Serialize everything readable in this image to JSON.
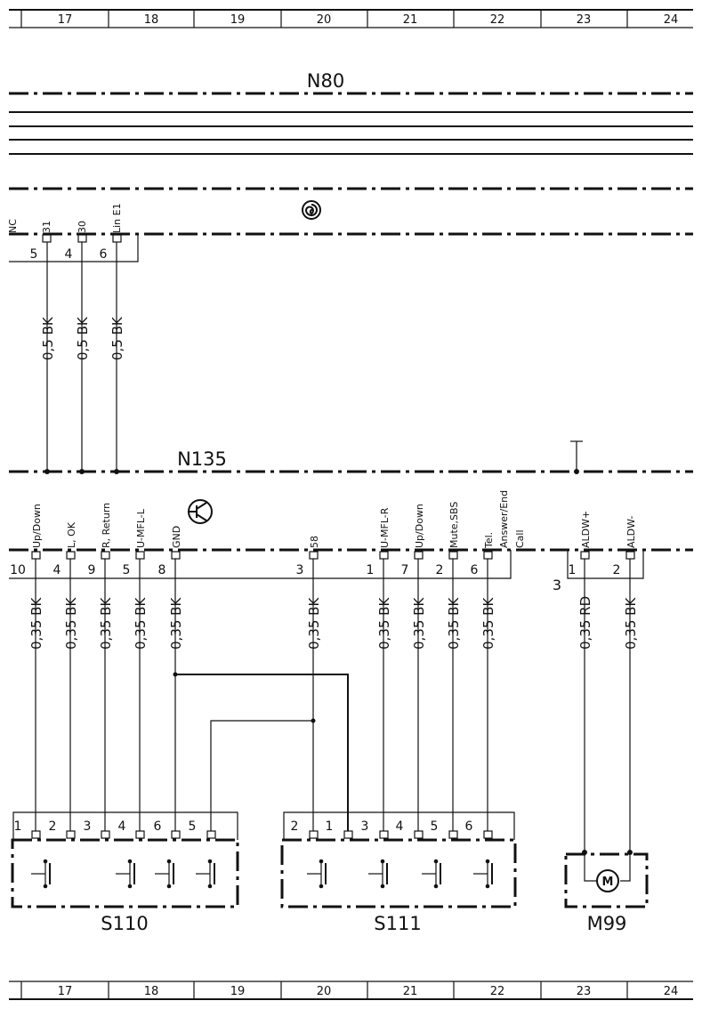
{
  "ruler": {
    "columns": [
      "17",
      "18",
      "19",
      "20",
      "21",
      "22",
      "23",
      "24"
    ]
  },
  "n80": {
    "label": "N80",
    "pins": [
      {
        "signal": "NC",
        "number": ""
      },
      {
        "signal": "31",
        "number": "5"
      },
      {
        "signal": "30",
        "number": "4"
      },
      {
        "signal": "Lin E1",
        "number": "6"
      }
    ],
    "wires": [
      "0,5 BK",
      "0,5 BK",
      "0,5 BK"
    ]
  },
  "n135": {
    "label": "N135",
    "pins": [
      {
        "signal": "Up/Down",
        "number": "10"
      },
      {
        "signal": "L, OK",
        "number": "4"
      },
      {
        "signal": "R, Return",
        "number": "9"
      },
      {
        "signal": "U-MFL-L",
        "number": "5"
      },
      {
        "signal": "GND",
        "number": "8"
      },
      {
        "signal": "58",
        "number": "3"
      },
      {
        "signal": "U-MFL-R",
        "number": "1"
      },
      {
        "signal": "Up/Down",
        "number": "7"
      },
      {
        "signal": "Mute,SBS",
        "number": "2"
      },
      {
        "signal": "Tel.",
        "number": "6"
      },
      {
        "signal": "Answer/End",
        "number": ""
      },
      {
        "signal": "Call",
        "number": ""
      },
      {
        "signal": "ALDW+",
        "number": "1"
      },
      {
        "signal": "ALDW-",
        "number": "2"
      }
    ],
    "connector2": "3",
    "wires": [
      "0,35 BK",
      "0,35 BK",
      "0,35 BK",
      "0,35 BK",
      "0,35 BK",
      "0,35 BK",
      "0,35 BK",
      "0,35 BK",
      "0,35 BK",
      "0,35 BK",
      "0,35 RD",
      "0,35 BK"
    ]
  },
  "s110": {
    "label": "S110",
    "pins": [
      "1",
      "2",
      "3",
      "4",
      "6",
      "5"
    ]
  },
  "s111": {
    "label": "S111",
    "pins": [
      "2",
      "1",
      "3",
      "4",
      "5",
      "6"
    ]
  },
  "m99": {
    "label": "M99",
    "motor": "M"
  }
}
